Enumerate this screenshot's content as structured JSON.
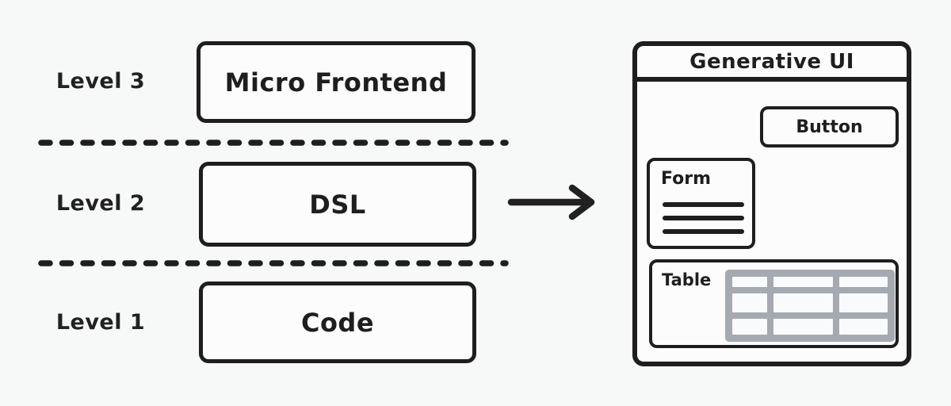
{
  "diagram": {
    "background_color": "#f7f8f8",
    "ink_color": "#1e1e1e",
    "grid_gray_color": "#a5aab2"
  },
  "levels": [
    {
      "label": "Level 3",
      "box_label": "Micro Frontend"
    },
    {
      "label": "Level 2",
      "box_label": "DSL"
    },
    {
      "label": "Level 1",
      "box_label": "Code"
    }
  ],
  "arrow": {
    "direction": "right"
  },
  "window": {
    "title": "Generative UI",
    "button_label": "Button",
    "form_label": "Form",
    "form_line_count": 3,
    "table_label": "Table",
    "table_rows": 3,
    "table_cols": 3
  }
}
